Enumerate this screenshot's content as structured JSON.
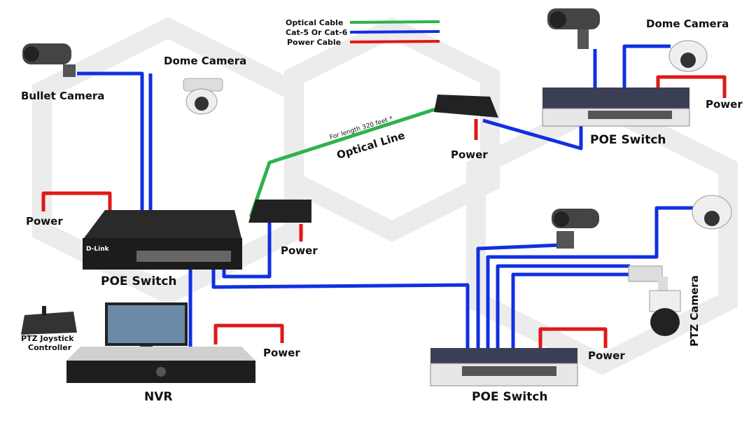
{
  "legend": {
    "items": [
      {
        "label": "Optical Cable",
        "color": "#2cb34a"
      },
      {
        "label": "Cat-5 Or Cat-6",
        "color": "#1030e0"
      },
      {
        "label": "Power Cable",
        "color": "#e01818"
      }
    ]
  },
  "labels": {
    "bullet_camera": "Bullet Camera",
    "dome_camera_left": "Dome Camera",
    "dome_camera_right": "Dome Camera",
    "poe_switch_left": "POE Switch",
    "poe_switch_top_right": "POE Switch",
    "poe_switch_bottom": "POE Switch",
    "nvr": "NVR",
    "ptz_joystick": "PTZ Joystick",
    "ptz_controller": "Controller",
    "ptz_camera": "PTZ Camera",
    "optical_line": "Optical Line",
    "optical_note": "For length 320 feet *",
    "power": "Power",
    "switch_brand": "D-Link"
  }
}
